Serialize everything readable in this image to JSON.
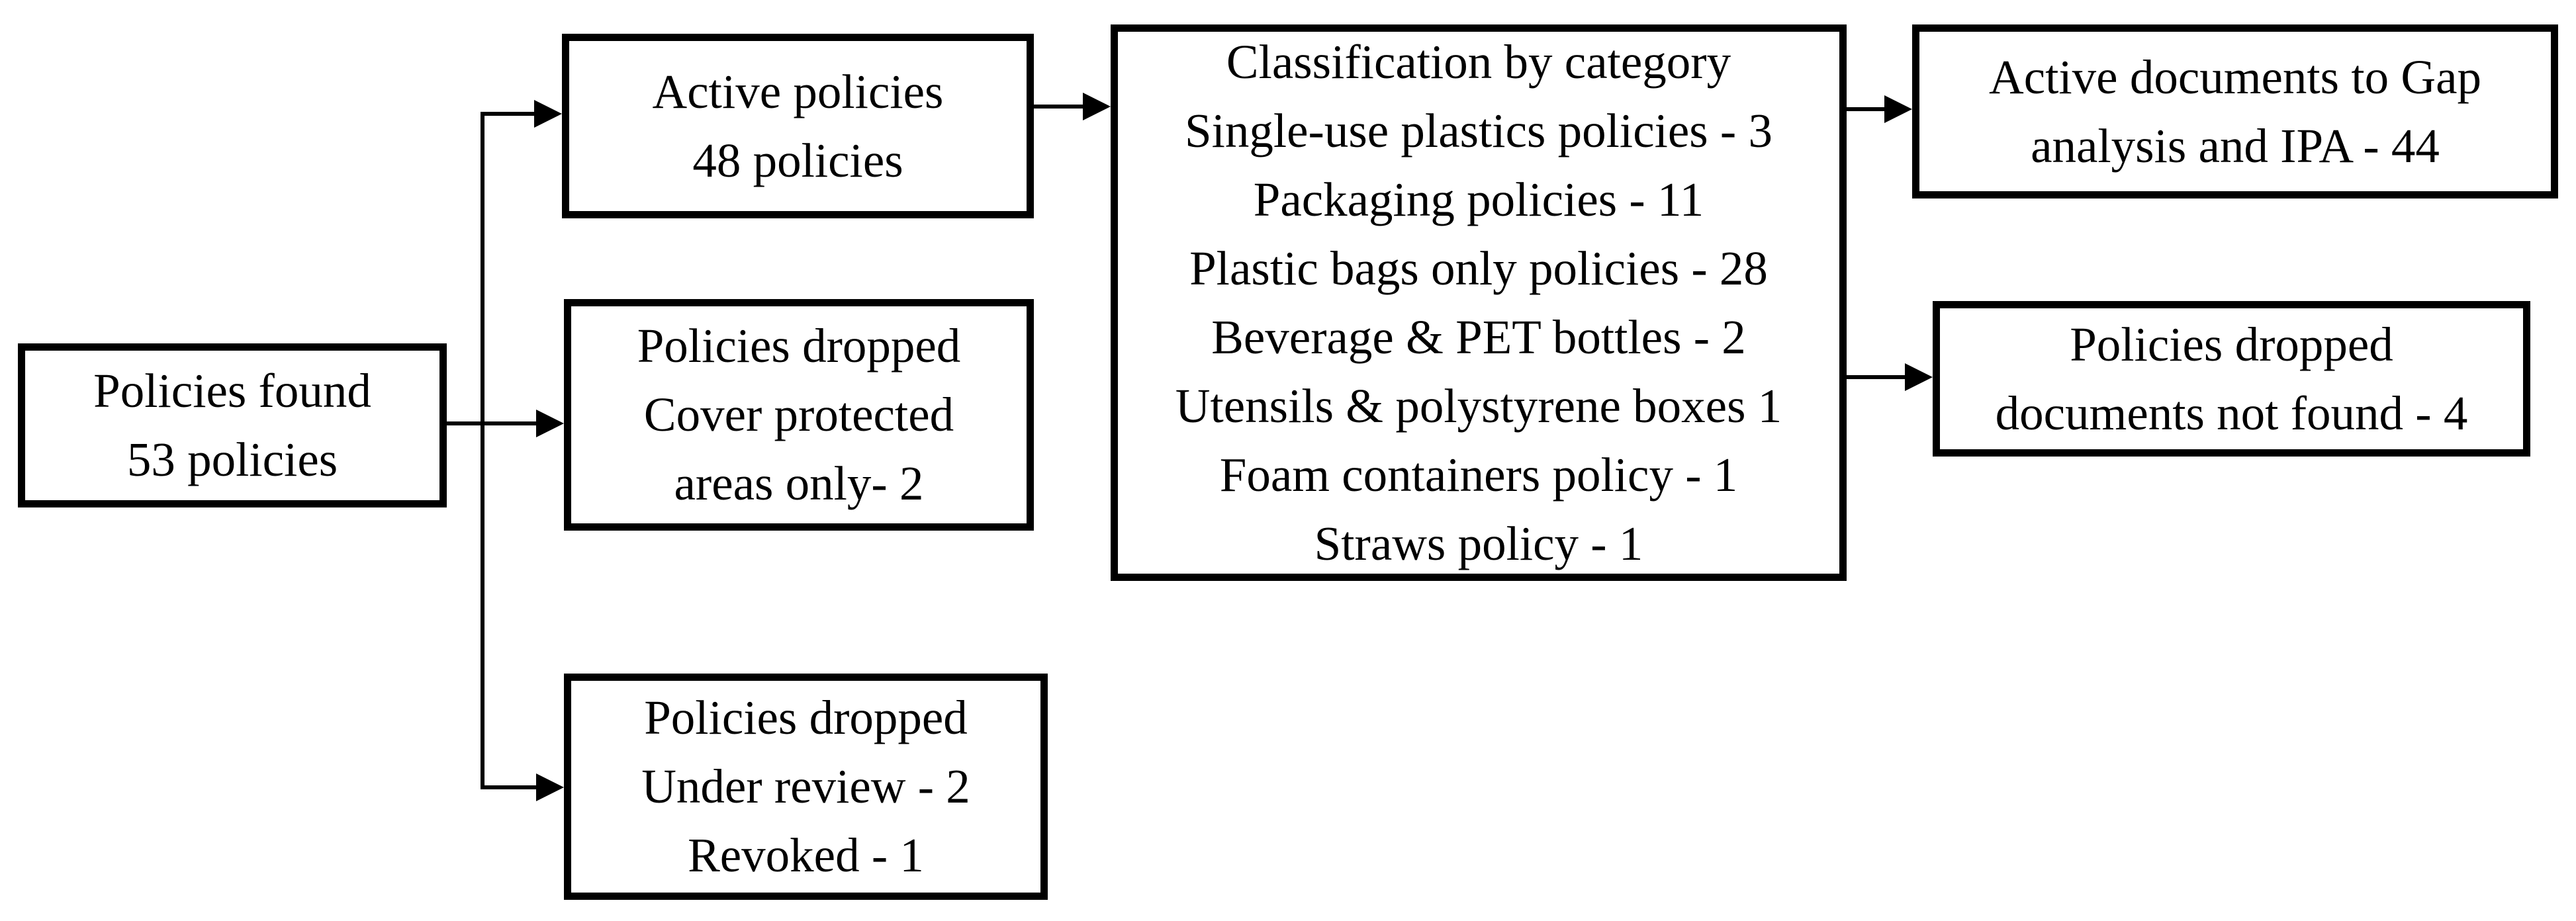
{
  "figure": {
    "type": "flowchart",
    "background_color": "#ffffff",
    "line_color": "#000000",
    "text_color": "#000000"
  },
  "boxes": [
    {
      "id": "policies-found",
      "lines": [
        "Policies found",
        "53 policies"
      ]
    },
    {
      "id": "active-policies",
      "lines": [
        "Active policies",
        "48 policies"
      ]
    },
    {
      "id": "policies-dropped-protected",
      "lines": [
        "Policies dropped",
        "Cover protected",
        "areas only- 2"
      ]
    },
    {
      "id": "policies-dropped-review",
      "lines": [
        "Policies dropped",
        "Under review - 2",
        "Revoked - 1"
      ]
    },
    {
      "id": "classification-by-category",
      "lines": [
        "Classification by category",
        "Single-use plastics policies - 3",
        "Packaging policies - 11",
        "Plastic bags only policies - 28",
        "Beverage & PET bottles - 2",
        "Utensils & polystyrene boxes 1",
        "Foam containers policy - 1",
        "Straws policy - 1"
      ]
    },
    {
      "id": "active-documents-gap",
      "lines": [
        "Active documents to Gap",
        "analysis and IPA - 44"
      ]
    },
    {
      "id": "policies-dropped-notfound",
      "lines": [
        "Policies dropped",
        "documents not found - 4"
      ]
    }
  ],
  "connectors": [
    {
      "from": "policies-found",
      "to": "active-policies"
    },
    {
      "from": "policies-found",
      "to": "policies-dropped-protected"
    },
    {
      "from": "policies-found",
      "to": "policies-dropped-review"
    },
    {
      "from": "active-policies",
      "to": "classification-by-category"
    },
    {
      "from": "classification-by-category",
      "to": "active-documents-gap"
    },
    {
      "from": "classification-by-category",
      "to": "policies-dropped-notfound"
    }
  ]
}
